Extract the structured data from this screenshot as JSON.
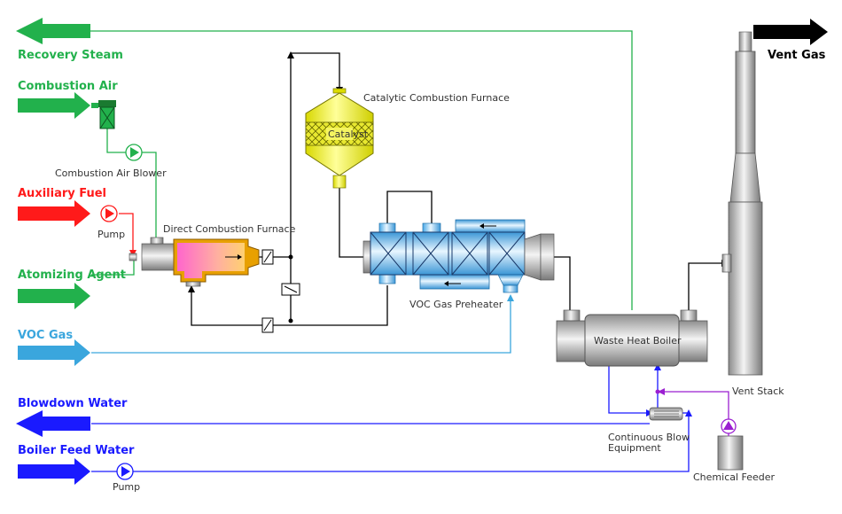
{
  "labels": {
    "recovery_steam": "Recovery Steam",
    "combustion_air": "Combustion Air",
    "auxiliary_fuel": "Auxiliary Fuel",
    "atomizing_agent": "Atomizing Agent",
    "voc_gas": "VOC Gas",
    "blowdown_water": "Blowdown Water",
    "boiler_feed_water": "Boiler Feed Water",
    "vent_gas": "Vent Gas",
    "combustion_air_blower": "Combustion Air Blower",
    "pump_fuel": "Pump",
    "pump_water": "Pump",
    "direct_combustion_furnace": "Direct Combustion Furnace",
    "catalytic_combustion_furnace": "Catalytic Combustion Furnace",
    "catalyst": "Catalyst",
    "voc_gas_preheater": "VOC Gas Preheater",
    "waste_heat_boiler": "Waste Heat Boiler",
    "continuous_blow_line1": "Continuous Blow",
    "continuous_blow_line2": "Equipment",
    "chemical_feeder": "Chemical Feeder",
    "vent_stack": "Vent Stack"
  },
  "colors": {
    "green": "#22b14c",
    "red": "#ff1a1a",
    "blue": "#1a1aff",
    "cyan": "#3aa6dd",
    "black": "#000000",
    "purple": "#9b1fd1"
  }
}
